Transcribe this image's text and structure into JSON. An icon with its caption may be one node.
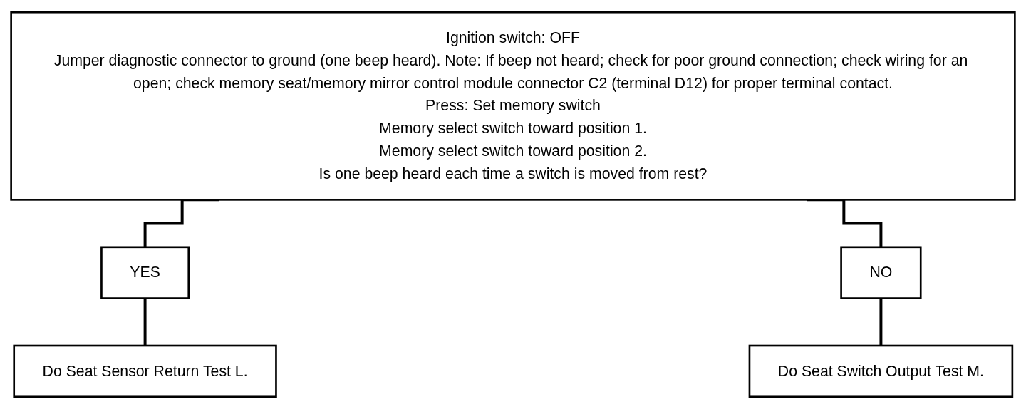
{
  "diagram": {
    "nodes": [
      {
        "text": [
          "Ignition switch: OFF",
          "Jumper diagnostic connector to ground (one beep heard). Note: If beep not heard; check for poor ground connection; check wiring for an open; check memory seat/memory mirror control module connector C2 (terminal D12) for proper terminal contact.",
          "Press: Set memory switch",
          "Memory select switch toward position 1.",
          "Memory select switch toward position 2.",
          "Is one beep heard each time a switch is moved from rest?"
        ]
      },
      {
        "text": [
          "YES"
        ]
      },
      {
        "text": [
          "NO"
        ]
      },
      {
        "text": [
          "Do Seat Sensor Return Test L."
        ]
      },
      {
        "text": [
          "Do Seat Switch Output Test M."
        ]
      }
    ],
    "edges": [
      {
        "from": 0,
        "to": 1,
        "arrow": "none"
      },
      {
        "from": 0,
        "to": 2,
        "arrow": "none"
      },
      {
        "from": 1,
        "to": 3,
        "arrow": "none"
      },
      {
        "from": 2,
        "to": 4,
        "arrow": "none"
      }
    ]
  }
}
